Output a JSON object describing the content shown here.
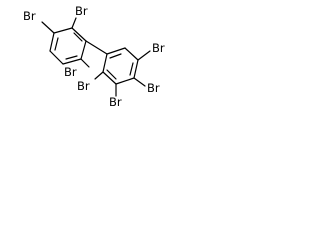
{
  "molecule": {
    "left_ring": {
      "br_top_left": "Br",
      "br_top_right": "Br",
      "br_bottom": "Br"
    },
    "right_ring": {
      "br_top": "Br",
      "br_mid_right": "Br",
      "br_left": "Br",
      "br_bottom": "Br"
    }
  }
}
